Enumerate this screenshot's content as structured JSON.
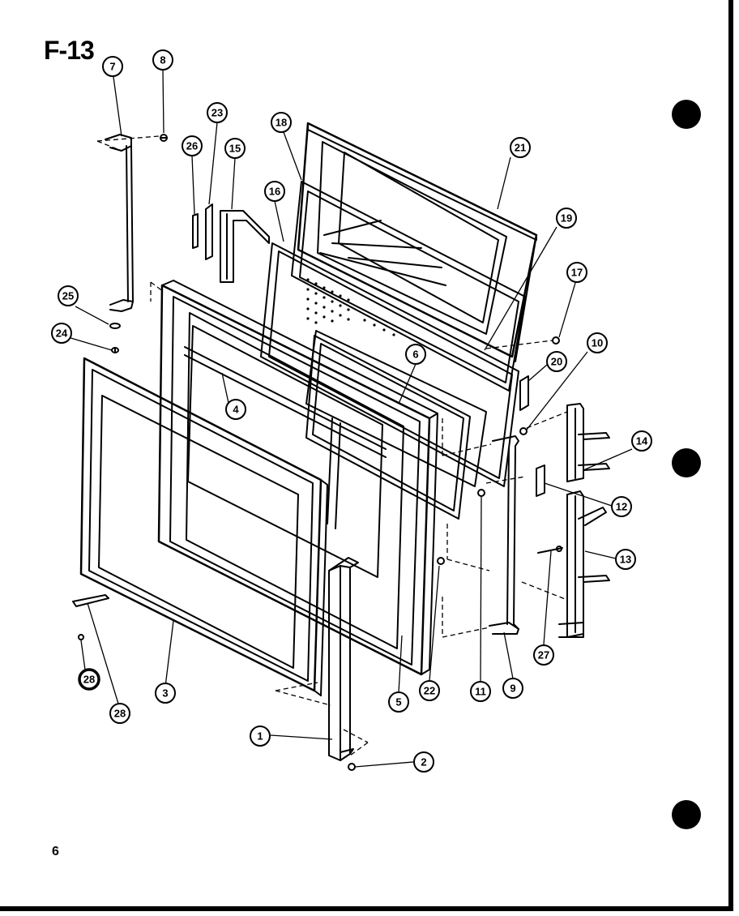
{
  "figure": {
    "title": "F-13",
    "page_number": "6"
  },
  "callouts": [
    {
      "id": "c7",
      "label": "7"
    },
    {
      "id": "c8",
      "label": "8"
    },
    {
      "id": "c23",
      "label": "23"
    },
    {
      "id": "c26",
      "label": "26"
    },
    {
      "id": "c15",
      "label": "15"
    },
    {
      "id": "c18",
      "label": "18"
    },
    {
      "id": "c16",
      "label": "16"
    },
    {
      "id": "c21",
      "label": "21"
    },
    {
      "id": "c19",
      "label": "19"
    },
    {
      "id": "c17",
      "label": "17"
    },
    {
      "id": "c10",
      "label": "10"
    },
    {
      "id": "c20",
      "label": "20"
    },
    {
      "id": "c25",
      "label": "25"
    },
    {
      "id": "c24",
      "label": "24"
    },
    {
      "id": "c6",
      "label": "6"
    },
    {
      "id": "c4",
      "label": "4"
    },
    {
      "id": "c14",
      "label": "14"
    },
    {
      "id": "c12",
      "label": "12"
    },
    {
      "id": "c13",
      "label": "13"
    },
    {
      "id": "c27",
      "label": "27"
    },
    {
      "id": "c9",
      "label": "9"
    },
    {
      "id": "c11",
      "label": "11"
    },
    {
      "id": "c22",
      "label": "22"
    },
    {
      "id": "c5",
      "label": "5"
    },
    {
      "id": "c3",
      "label": "3"
    },
    {
      "id": "c28",
      "label": "28"
    },
    {
      "id": "c28b",
      "label": "28"
    },
    {
      "id": "c1",
      "label": "1"
    },
    {
      "id": "c2",
      "label": "2"
    }
  ]
}
